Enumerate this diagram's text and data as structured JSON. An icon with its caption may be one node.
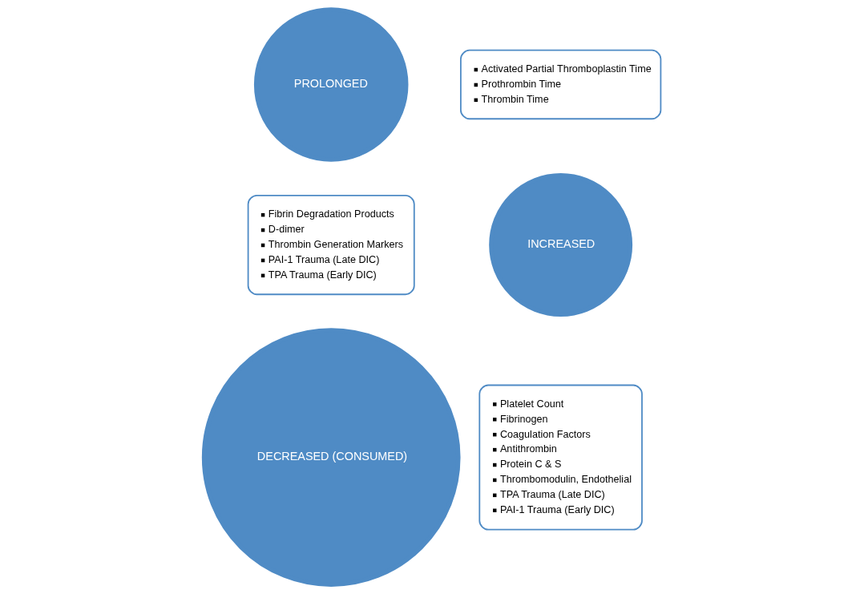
{
  "diagram": {
    "nodes": [
      {
        "text": [
          "PROLONGED"
        ]
      },
      {
        "text": [
          "Activated Partial Thromboplastin Time",
          "Prothrombin Time",
          "Thrombin Time"
        ]
      },
      {
        "text": [
          "INCREASED"
        ]
      },
      {
        "text": [
          "Fibrin Degradation Products",
          "D-dimer",
          "Thrombin Generation Markers",
          "PAI-1 Trauma (Late DIC)",
          "TPA Trauma (Early DIC)"
        ]
      },
      {
        "text": [
          "DECREASED (CONSUMED)"
        ]
      },
      {
        "text": [
          "Platelet Count",
          "Fibrinogen",
          "Coagulation Factors",
          "Antithrombin",
          "Protein C & S",
          "Thrombomodulin, Endothelial",
          "TPA Trauma (Late DIC)",
          "PAI-1 Trauma (Early DIC)"
        ]
      }
    ],
    "edges": []
  }
}
